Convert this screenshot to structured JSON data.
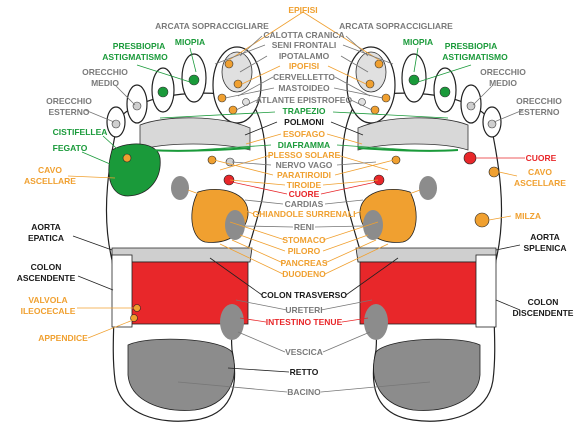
{
  "colors": {
    "orange": "#f0a030",
    "green": "#1a9a3a",
    "red": "#e8272a",
    "gray": "#7a7a7a",
    "black": "#1a1a1a",
    "light_gray": "#cfcfcf",
    "mid_gray": "#8c8c8c"
  },
  "labels": [
    {
      "key": "epifisi",
      "text": "EPIFISI",
      "color": "orange"
    },
    {
      "key": "arcata_l",
      "text": "ARCATA  SOPRACCIGLIARE",
      "color": "gray"
    },
    {
      "key": "arcata_r",
      "text": "ARCATA  SOPRACCIGLIARE",
      "color": "gray"
    },
    {
      "key": "calotta",
      "text": "CALOTTA  CRANICA",
      "color": "gray"
    },
    {
      "key": "seni",
      "text": "SENI  FRONTALI",
      "color": "gray"
    },
    {
      "key": "ipotalamo",
      "text": "IPOTALAMO",
      "color": "gray"
    },
    {
      "key": "ipofisi",
      "text": "IPOFISI",
      "color": "orange"
    },
    {
      "key": "cervelletto",
      "text": "CERVELLETTO",
      "color": "gray"
    },
    {
      "key": "mastoideo",
      "text": "MASTOIDEO",
      "color": "gray"
    },
    {
      "key": "atlante",
      "text": "ATLANTE  EPISTROFEO",
      "color": "gray"
    },
    {
      "key": "trapezio",
      "text": "TRAPEZIO",
      "color": "green"
    },
    {
      "key": "polmoni",
      "text": "POLMONI",
      "color": "black"
    },
    {
      "key": "esofago",
      "text": "ESOFAGO",
      "color": "orange"
    },
    {
      "key": "diaframma",
      "text": "DIAFRAMMA",
      "color": "green"
    },
    {
      "key": "plesso",
      "text": "PLESSO SOLARE",
      "color": "orange"
    },
    {
      "key": "nervo",
      "text": "NERVO  VAGO",
      "color": "gray"
    },
    {
      "key": "paratiroidi",
      "text": "PARATIROIDI",
      "color": "orange"
    },
    {
      "key": "tiroide",
      "text": "TIROIDE",
      "color": "orange"
    },
    {
      "key": "cuore_c",
      "text": "CUORE",
      "color": "red"
    },
    {
      "key": "cardias",
      "text": "CARDIAS",
      "color": "gray"
    },
    {
      "key": "ghiandole",
      "text": "GHIANDOLE  SURRENALI",
      "color": "orange"
    },
    {
      "key": "reni",
      "text": "RENI",
      "color": "gray"
    },
    {
      "key": "stomaco",
      "text": "STOMACO",
      "color": "orange"
    },
    {
      "key": "piloro",
      "text": "PILORO",
      "color": "orange"
    },
    {
      "key": "pancreas",
      "text": "PANCREAS",
      "color": "orange"
    },
    {
      "key": "duodeno",
      "text": "DUODENO",
      "color": "orange"
    },
    {
      "key": "colon_t",
      "text": "COLON  TRASVERSO",
      "color": "black"
    },
    {
      "key": "ureteri",
      "text": "URETERI",
      "color": "gray"
    },
    {
      "key": "intestino",
      "text": "INTESTINO  TENUE",
      "color": "red"
    },
    {
      "key": "vescica",
      "text": "VESCICA",
      "color": "gray"
    },
    {
      "key": "retto",
      "text": "RETTO",
      "color": "black"
    },
    {
      "key": "bacino",
      "text": "BACINO",
      "color": "gray"
    },
    {
      "key": "presbiopia_l",
      "text": "PRESBIOPIA",
      "color": "green"
    },
    {
      "key": "astig_l",
      "text": "ASTIGMATISMO",
      "color": "green"
    },
    {
      "key": "miopia_l",
      "text": "MIOPIA",
      "color": "green"
    },
    {
      "key": "orecchio_medio_l1",
      "text": "ORECCHIO",
      "color": "gray"
    },
    {
      "key": "orecchio_medio_l2",
      "text": "MEDIO",
      "color": "gray"
    },
    {
      "key": "orecchio_est_l1",
      "text": "ORECCHIO",
      "color": "gray"
    },
    {
      "key": "orecchio_est_l2",
      "text": "ESTERNO",
      "color": "gray"
    },
    {
      "key": "cistifellea",
      "text": "CISTIFELLEA",
      "color": "green"
    },
    {
      "key": "fegato",
      "text": "FEGATO",
      "color": "green"
    },
    {
      "key": "cavo_l1",
      "text": "CAVO",
      "color": "orange"
    },
    {
      "key": "cavo_l2",
      "text": "ASCELLARE",
      "color": "orange"
    },
    {
      "key": "aorta_l1",
      "text": "AORTA",
      "color": "black"
    },
    {
      "key": "aorta_l2",
      "text": "EPATICA",
      "color": "black"
    },
    {
      "key": "colon_asc_l1",
      "text": "COLON",
      "color": "black"
    },
    {
      "key": "colon_asc_l2",
      "text": "ASCENDENTE",
      "color": "black"
    },
    {
      "key": "valvola_l1",
      "text": "VALVOLA",
      "color": "orange"
    },
    {
      "key": "valvola_l2",
      "text": "ILEOCECALE",
      "color": "orange"
    },
    {
      "key": "appendice",
      "text": "APPENDICE",
      "color": "orange"
    },
    {
      "key": "miopia_r",
      "text": "MIOPIA",
      "color": "green"
    },
    {
      "key": "presbiopia_r",
      "text": "PRESBIOPIA",
      "color": "green"
    },
    {
      "key": "astig_r",
      "text": "ASTIGMATISMO",
      "color": "green"
    },
    {
      "key": "orecchio_medio_r1",
      "text": "ORECCHIO",
      "color": "gray"
    },
    {
      "key": "orecchio_medio_r2",
      "text": "MEDIO",
      "color": "gray"
    },
    {
      "key": "orecchio_est_r1",
      "text": "ORECCHIO",
      "color": "gray"
    },
    {
      "key": "orecchio_est_r2",
      "text": "ESTERNO",
      "color": "gray"
    },
    {
      "key": "cuore_r",
      "text": "CUORE",
      "color": "red"
    },
    {
      "key": "cavo_r1",
      "text": "CAVO",
      "color": "orange"
    },
    {
      "key": "cavo_r2",
      "text": "ASCELLARE",
      "color": "orange"
    },
    {
      "key": "milza",
      "text": "MILZA",
      "color": "orange"
    },
    {
      "key": "aorta_r1",
      "text": "AORTA",
      "color": "black"
    },
    {
      "key": "aorta_r2",
      "text": "SPLENICA",
      "color": "black"
    },
    {
      "key": "colon_disc_r1",
      "text": "COLON",
      "color": "black"
    },
    {
      "key": "colon_disc_r2",
      "text": "DISCENDENTE",
      "color": "black"
    }
  ]
}
